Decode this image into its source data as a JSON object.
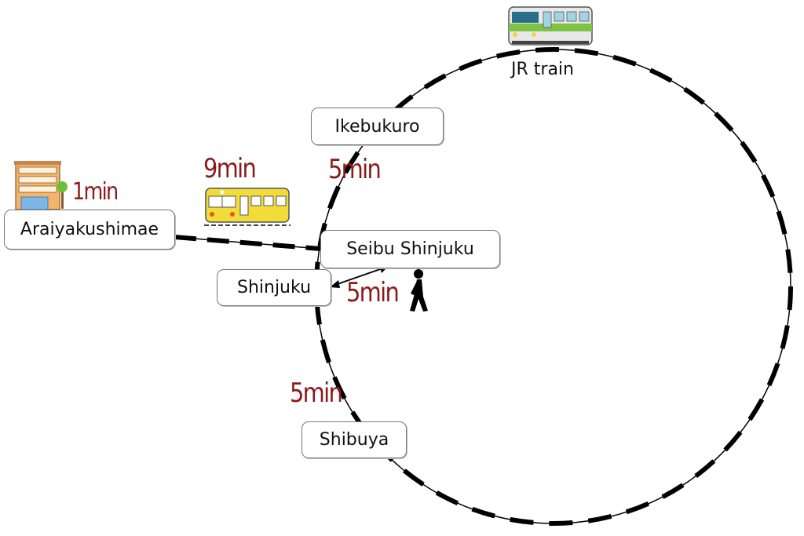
{
  "jr_label": "JR train",
  "stations": {
    "ikebukuro": "Ikebukuro",
    "araiyakushimae": "Araiyakushimae",
    "seibu_shinjuku": "Seibu Shinjuku",
    "shinjuku": "Shinjuku",
    "shibuya": "Shibuya"
  },
  "times": {
    "walk_home": "1min",
    "seibu_line": "9min",
    "jr_ikebukuro": "5min",
    "walk_transfer": "5min",
    "jr_shibuya": "5min"
  },
  "icons": [
    "building-icon",
    "seibu-train-icon",
    "jr-train-icon",
    "walking-person-icon"
  ],
  "colors": {
    "time_text": "#8b1a1a",
    "seibu_train": "#f2dc3a",
    "jr_train_band": "#7dc242",
    "track": "#000000"
  }
}
